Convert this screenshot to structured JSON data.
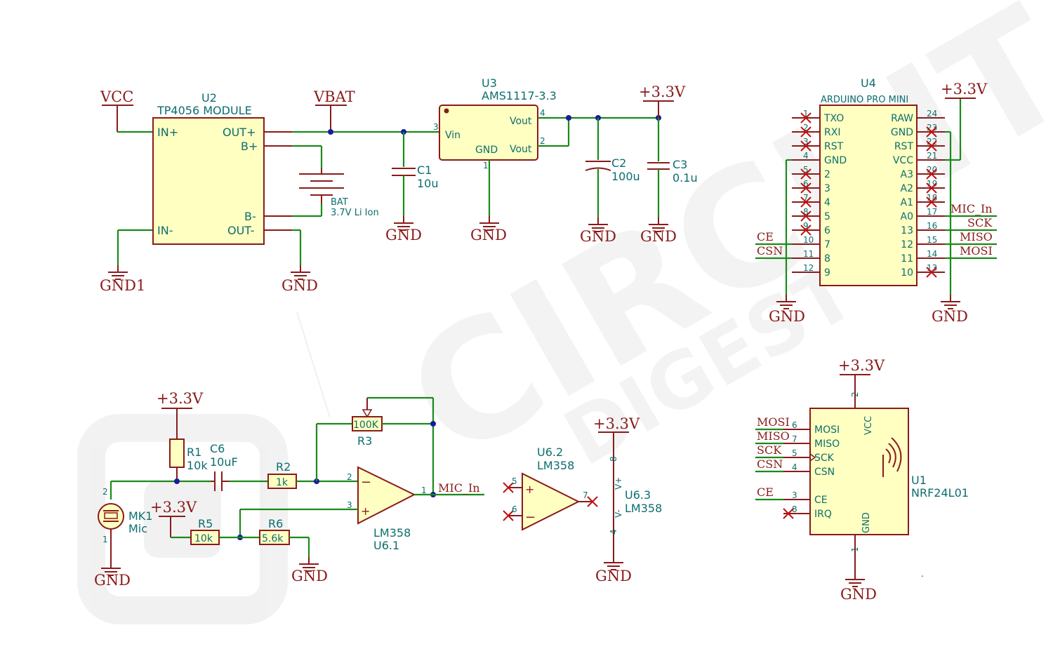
{
  "watermark": {
    "main": "CIRCUIT",
    "sub": "DIGEST"
  },
  "nets": {
    "vcc": "VCC",
    "vbat": "VBAT",
    "v33": "+3.3V",
    "gnd": "GND",
    "gnd1": "GND1",
    "mic_in": "MIC_In",
    "ce": "CE",
    "csn": "CSN",
    "sck": "SCK",
    "miso": "MISO",
    "mosi": "MOSI"
  },
  "u2": {
    "ref": "U2",
    "value": "TP4056 MODULE",
    "pins": {
      "in_plus": "IN+",
      "in_minus": "IN-",
      "out_plus": "OUT+",
      "b_plus": "B+",
      "b_minus": "B-",
      "out_minus": "OUT-"
    }
  },
  "bat": {
    "ref": "BAT",
    "value": "3.7V Li Ion"
  },
  "u3": {
    "ref": "U3",
    "value": "AMS1117-3.3",
    "pins": {
      "vin": "Vin",
      "vout1": "Vout",
      "vout2": "Vout",
      "gnd": "GND"
    },
    "pinnums": {
      "vin": "3",
      "vout1": "4",
      "vout2": "2",
      "gnd": "1"
    }
  },
  "c1": {
    "ref": "C1",
    "value": "10u"
  },
  "c2": {
    "ref": "C2",
    "value": "100u"
  },
  "c3": {
    "ref": "C3",
    "value": "0.1u"
  },
  "u4": {
    "ref": "U4",
    "value": "ARDUINO PRO MINI",
    "left_pins": [
      {
        "num": "1",
        "name": "TXO"
      },
      {
        "num": "2",
        "name": "RXI"
      },
      {
        "num": "3",
        "name": "RST"
      },
      {
        "num": "4",
        "name": "GND"
      },
      {
        "num": "5",
        "name": "2"
      },
      {
        "num": "6",
        "name": "3"
      },
      {
        "num": "7",
        "name": "4"
      },
      {
        "num": "8",
        "name": "5"
      },
      {
        "num": "9",
        "name": "6"
      },
      {
        "num": "10",
        "name": "7"
      },
      {
        "num": "11",
        "name": "8"
      },
      {
        "num": "12",
        "name": "9"
      }
    ],
    "right_pins": [
      {
        "num": "24",
        "name": "RAW"
      },
      {
        "num": "23",
        "name": "GND"
      },
      {
        "num": "22",
        "name": "RST"
      },
      {
        "num": "21",
        "name": "VCC"
      },
      {
        "num": "20",
        "name": "A3"
      },
      {
        "num": "19",
        "name": "A2"
      },
      {
        "num": "18",
        "name": "A1"
      },
      {
        "num": "17",
        "name": "A0"
      },
      {
        "num": "16",
        "name": "13"
      },
      {
        "num": "15",
        "name": "12"
      },
      {
        "num": "14",
        "name": "11"
      },
      {
        "num": "13",
        "name": "10"
      }
    ]
  },
  "mk1": {
    "ref": "MK1",
    "value": "Mic",
    "pin1": "1",
    "pin2": "2"
  },
  "r1": {
    "ref": "R1",
    "value": "10k"
  },
  "c6": {
    "ref": "C6",
    "value": "10uF"
  },
  "r2": {
    "ref": "R2",
    "value": "1k",
    "body": "1k"
  },
  "r3": {
    "ref": "R3",
    "body": "100K"
  },
  "r5": {
    "ref": "R5",
    "body": "10k"
  },
  "r6": {
    "ref": "R6",
    "body": "5.6k"
  },
  "u61": {
    "ref": "U6.1",
    "value": "LM358",
    "pin_in_minus": "2",
    "pin_in_plus": "3",
    "pin_out": "1",
    "minus": "−",
    "plus": "+"
  },
  "u62": {
    "ref": "U6.2",
    "value": "LM358",
    "pin_a": "6",
    "pin_b": "5",
    "pin_out": "7",
    "minus": "−",
    "plus": "+"
  },
  "u63": {
    "ref": "U6.3",
    "value": "LM358",
    "vplus": "V+",
    "vminus": "V-",
    "pin_top": "8",
    "pin_bot": "4"
  },
  "u1": {
    "ref": "U1",
    "value": "NRF24L01",
    "pins": [
      {
        "num": "6",
        "name": "MOSI",
        "net": "MOSI"
      },
      {
        "num": "7",
        "name": "MISO",
        "net": "MISO"
      },
      {
        "num": "5",
        "name": "SCK",
        "net": "SCK"
      },
      {
        "num": "4",
        "name": "CSN",
        "net": "CSN"
      },
      {
        "num": "3",
        "name": "CE",
        "net": "CE"
      },
      {
        "num": "8",
        "name": "IRQ",
        "net": ""
      }
    ],
    "vcc": "VCC",
    "gnd": "GND",
    "vcc_num": "2",
    "gnd_num": "1"
  },
  "colors": {
    "wire": "#1a8a1a",
    "pin": "#8b1a1a",
    "body": "#ffffc2",
    "junction": "#1a1aa0",
    "nc": "#c01010",
    "ref": "#0d6e6e"
  }
}
